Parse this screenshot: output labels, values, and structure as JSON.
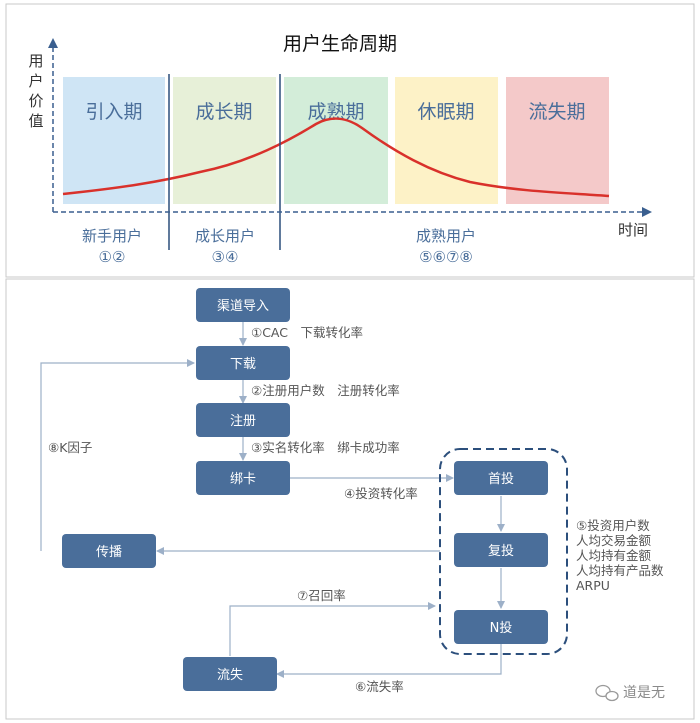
{
  "lifecycle": {
    "title": "用户生命周期",
    "y_axis_label": [
      "用",
      "户",
      "价",
      "值"
    ],
    "x_axis_label": "时间",
    "stages": [
      {
        "label": "引入期",
        "color": "#cfe5f5"
      },
      {
        "label": "成长期",
        "color": "#e7f0d8"
      },
      {
        "label": "成熟期",
        "color": "#d3edd9"
      },
      {
        "label": "休眠期",
        "color": "#fdf2c7"
      },
      {
        "label": "流失期",
        "color": "#f4c9c9"
      }
    ],
    "groups": [
      {
        "name": "新手用户",
        "nums": "①②"
      },
      {
        "name": "成长用户",
        "nums": "③④"
      },
      {
        "name": "成熟用户",
        "nums": "⑤⑥⑦⑧"
      }
    ],
    "curve_color": "#d9312b"
  },
  "flow": {
    "node_color": "#4a6e9a",
    "nodes": {
      "channel": "渠道导入",
      "download": "下载",
      "register": "注册",
      "bindcard": "绑卡",
      "spread": "传播",
      "churn": "流失",
      "first_invest": "首投",
      "repeat_invest": "复投",
      "n_invest": "N投"
    },
    "labels": {
      "cac": "①CAC　下载转化率",
      "reg": "②注册用户数　注册转化率",
      "realname": "③实名转化率　绑卡成功率",
      "invest": "④投资转化率",
      "kfactor": "⑧K因子",
      "recall": "⑦召回率",
      "churn_rate": "⑥流失率",
      "metrics": [
        "⑤投资用户数",
        "人均交易金额",
        "人均持有金额",
        "人均持有产品数",
        "ARPU"
      ]
    }
  },
  "watermark": "道是无"
}
